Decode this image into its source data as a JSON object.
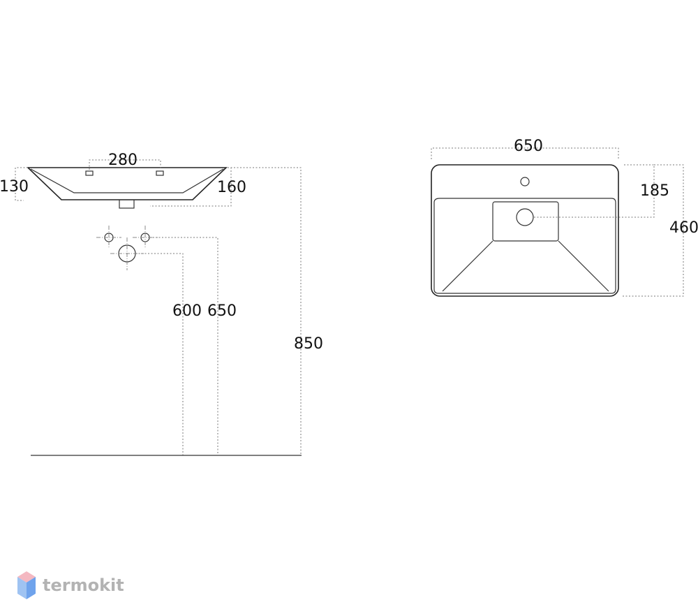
{
  "side_view": {
    "dim_tap_spacing": "280",
    "dim_depth": "130",
    "dim_height": "160",
    "dim_drain_height": "600",
    "dim_tap_height": "650",
    "dim_total_height": "850"
  },
  "top_view": {
    "dim_width": "650",
    "dim_drain_offset": "185",
    "dim_length": "460"
  },
  "logo": {
    "text": "termokit",
    "colors": {
      "top": "#f4b8c1",
      "left": "#9fc3f2",
      "right": "#6fa3ec",
      "text": "#b3b3b3"
    }
  }
}
